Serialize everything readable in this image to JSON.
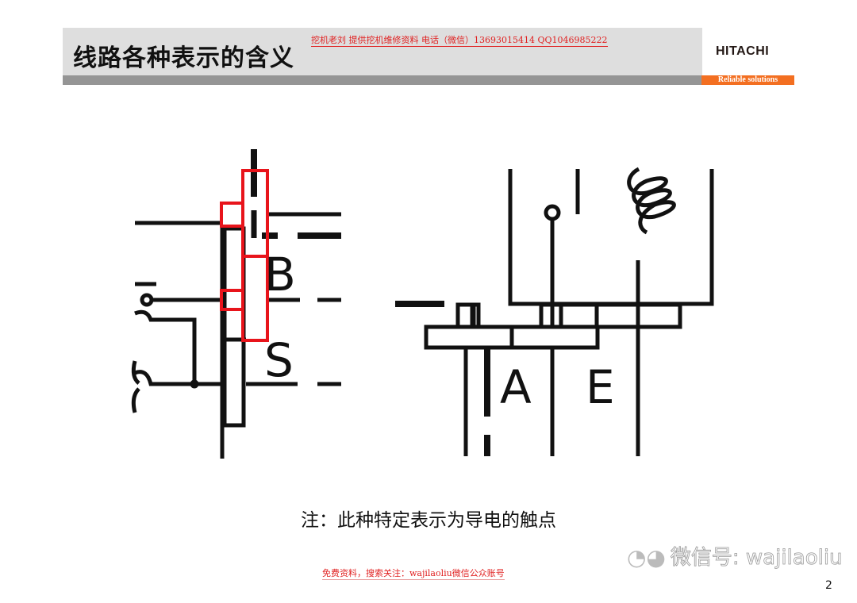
{
  "header": {
    "title": "线路各种表示的含义",
    "watermark": "挖机老刘  提供挖机维修资料 电话（微信）13693015414   QQ1046985222",
    "logo": "HITACHI",
    "slogan": "Reliable solutions",
    "accent_color": "#f36f21"
  },
  "diagram": {
    "left_labels": [
      "B",
      "S"
    ],
    "right_labels": [
      "A",
      "E"
    ],
    "highlight_color": "#e8141b"
  },
  "note": "注：此种特定表示为导电的触点",
  "footer": {
    "watermark": "免费资料，搜索关注：wajilaoliu微信公众账号",
    "wechat_label": "微信号: wajilaoliu",
    "page_number": "2"
  }
}
